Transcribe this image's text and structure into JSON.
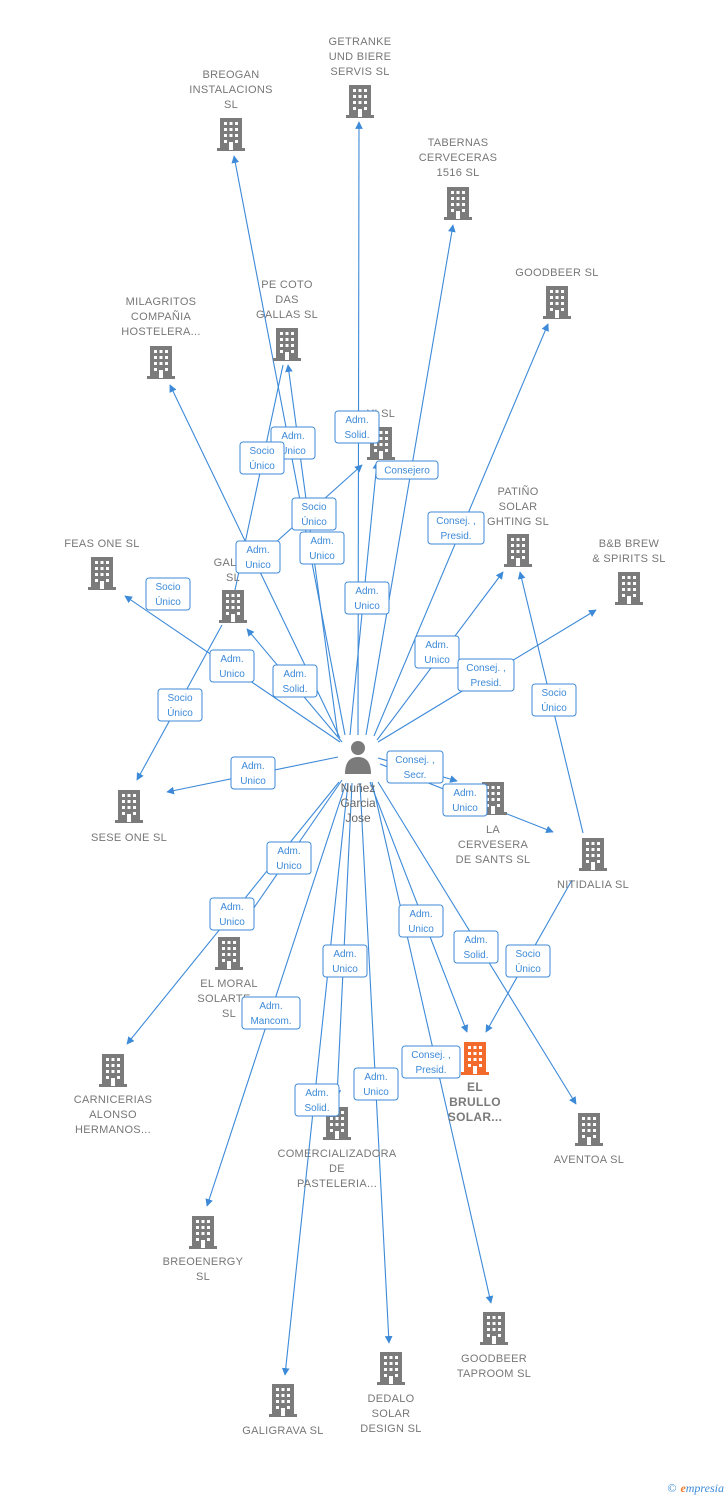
{
  "center": {
    "name_lines": [
      "Nuñez",
      "Garcia",
      "Jose"
    ],
    "icon": "person-icon"
  },
  "colors": {
    "edge": "#3d8ad8",
    "building": "#7b7b7b",
    "focus_building": "#f26b2c"
  },
  "companies": [
    {
      "id": "getranke",
      "lines": [
        "GETRANKE",
        "UND BIERE",
        "SERVIS SL"
      ]
    },
    {
      "id": "breogan",
      "lines": [
        "BREOGAN",
        "INSTALACIONS",
        "SL"
      ]
    },
    {
      "id": "tabernas",
      "lines": [
        "TABERNAS",
        "CERVECERAS",
        "1516  SL"
      ]
    },
    {
      "id": "goodbeer",
      "lines": [
        "GOODBEER SL"
      ]
    },
    {
      "id": "milagritos",
      "lines": [
        "MILAGRITOS",
        "COMPAÑIA",
        "HOSTELERA..."
      ]
    },
    {
      "id": "pecoto",
      "lines": [
        "PE COTO",
        "DAS",
        "GALLAS  SL"
      ]
    },
    {
      "id": "yi",
      "lines": [
        "YI  SL"
      ]
    },
    {
      "id": "patino",
      "lines": [
        "PATIÑO",
        "SOLAR",
        "GHTING  SL"
      ]
    },
    {
      "id": "bb",
      "lines": [
        "B&B BREW",
        "& SPIRITS  SL"
      ]
    },
    {
      "id": "feas",
      "lines": [
        "FEAS ONE  SL"
      ]
    },
    {
      "id": "galen",
      "lines": [
        "GALEN",
        "SL"
      ]
    },
    {
      "id": "sese",
      "lines": [
        "SESE ONE  SL"
      ]
    },
    {
      "id": "cervesera",
      "lines": [
        "LA",
        "CERVESERA",
        "DE SANTS  SL"
      ]
    },
    {
      "id": "nitidalia",
      "lines": [
        "NITIDALIA  SL"
      ]
    },
    {
      "id": "moral",
      "lines": [
        "EL MORAL",
        "SOLARTE...",
        "SL"
      ]
    },
    {
      "id": "brullo",
      "lines": [
        "EL",
        "BRULLO",
        "SOLAR..."
      ],
      "focus": true
    },
    {
      "id": "carnicerias",
      "lines": [
        "CARNICERIAS",
        "ALONSO",
        "HERMANOS..."
      ]
    },
    {
      "id": "aventoa",
      "lines": [
        "AVENTOA  SL"
      ]
    },
    {
      "id": "comercializadora",
      "lines": [
        "COMERCIALIZADORA",
        "DE",
        "PASTELERIA..."
      ]
    },
    {
      "id": "breoenergy",
      "lines": [
        "BREOENERGY",
        "SL"
      ]
    },
    {
      "id": "taproom",
      "lines": [
        "GOODBEER",
        "TAPROOM  SL"
      ]
    },
    {
      "id": "dedalo",
      "lines": [
        "DEDALO",
        "SOLAR",
        "DESIGN  SL"
      ]
    },
    {
      "id": "galigrava",
      "lines": [
        "GALIGRAVA  SL"
      ]
    }
  ],
  "relations": [
    {
      "id": "r1",
      "lines": [
        "Adm.",
        "Unico"
      ]
    },
    {
      "id": "r2",
      "lines": [
        "Socio",
        "Único"
      ]
    },
    {
      "id": "r3",
      "lines": [
        "Adm.",
        "Solid."
      ]
    },
    {
      "id": "r4",
      "lines": [
        "Consejero"
      ]
    },
    {
      "id": "r5",
      "lines": [
        "Socio",
        "Único"
      ]
    },
    {
      "id": "r6",
      "lines": [
        "Adm.",
        "Unico"
      ]
    },
    {
      "id": "r7",
      "lines": [
        "Consej. ,",
        "Presid."
      ]
    },
    {
      "id": "r8",
      "lines": [
        "Adm.",
        "Unico"
      ]
    },
    {
      "id": "r9",
      "lines": [
        "Adm.",
        "Unico"
      ]
    },
    {
      "id": "r10",
      "lines": [
        "Socio",
        "Único"
      ]
    },
    {
      "id": "r11",
      "lines": [
        "Adm.",
        "Unico"
      ]
    },
    {
      "id": "r12",
      "lines": [
        "Consej. ,",
        "Presid."
      ]
    },
    {
      "id": "r13",
      "lines": [
        "Adm.",
        "Unico"
      ]
    },
    {
      "id": "r14",
      "lines": [
        "Adm.",
        "Solid."
      ]
    },
    {
      "id": "r15",
      "lines": [
        "Socio",
        "Único"
      ]
    },
    {
      "id": "r16",
      "lines": [
        "Socio",
        "Único"
      ]
    },
    {
      "id": "r17",
      "lines": [
        "Adm.",
        "Unico"
      ]
    },
    {
      "id": "r18",
      "lines": [
        "Consej. ,",
        "Secr."
      ]
    },
    {
      "id": "r19",
      "lines": [
        "Adm.",
        "Unico"
      ]
    },
    {
      "id": "r20",
      "lines": [
        "Adm.",
        "Unico"
      ]
    },
    {
      "id": "r21",
      "lines": [
        "Adm.",
        "Unico"
      ]
    },
    {
      "id": "r22",
      "lines": [
        "Adm.",
        "Unico"
      ]
    },
    {
      "id": "r23",
      "lines": [
        "Adm.",
        "Solid."
      ]
    },
    {
      "id": "r24",
      "lines": [
        "Socio",
        "Único"
      ]
    },
    {
      "id": "r25",
      "lines": [
        "Adm.",
        "Unico"
      ]
    },
    {
      "id": "r26",
      "lines": [
        "Adm.",
        "Mancom."
      ]
    },
    {
      "id": "r27",
      "lines": [
        "Consej. ,",
        "Presid."
      ]
    },
    {
      "id": "r28",
      "lines": [
        "Adm.",
        "Unico"
      ]
    },
    {
      "id": "r29",
      "lines": [
        "Adm.",
        "Solid."
      ]
    }
  ],
  "watermark": {
    "copyright": "©",
    "brand_initial": "e",
    "brand_rest": "mpresia"
  }
}
